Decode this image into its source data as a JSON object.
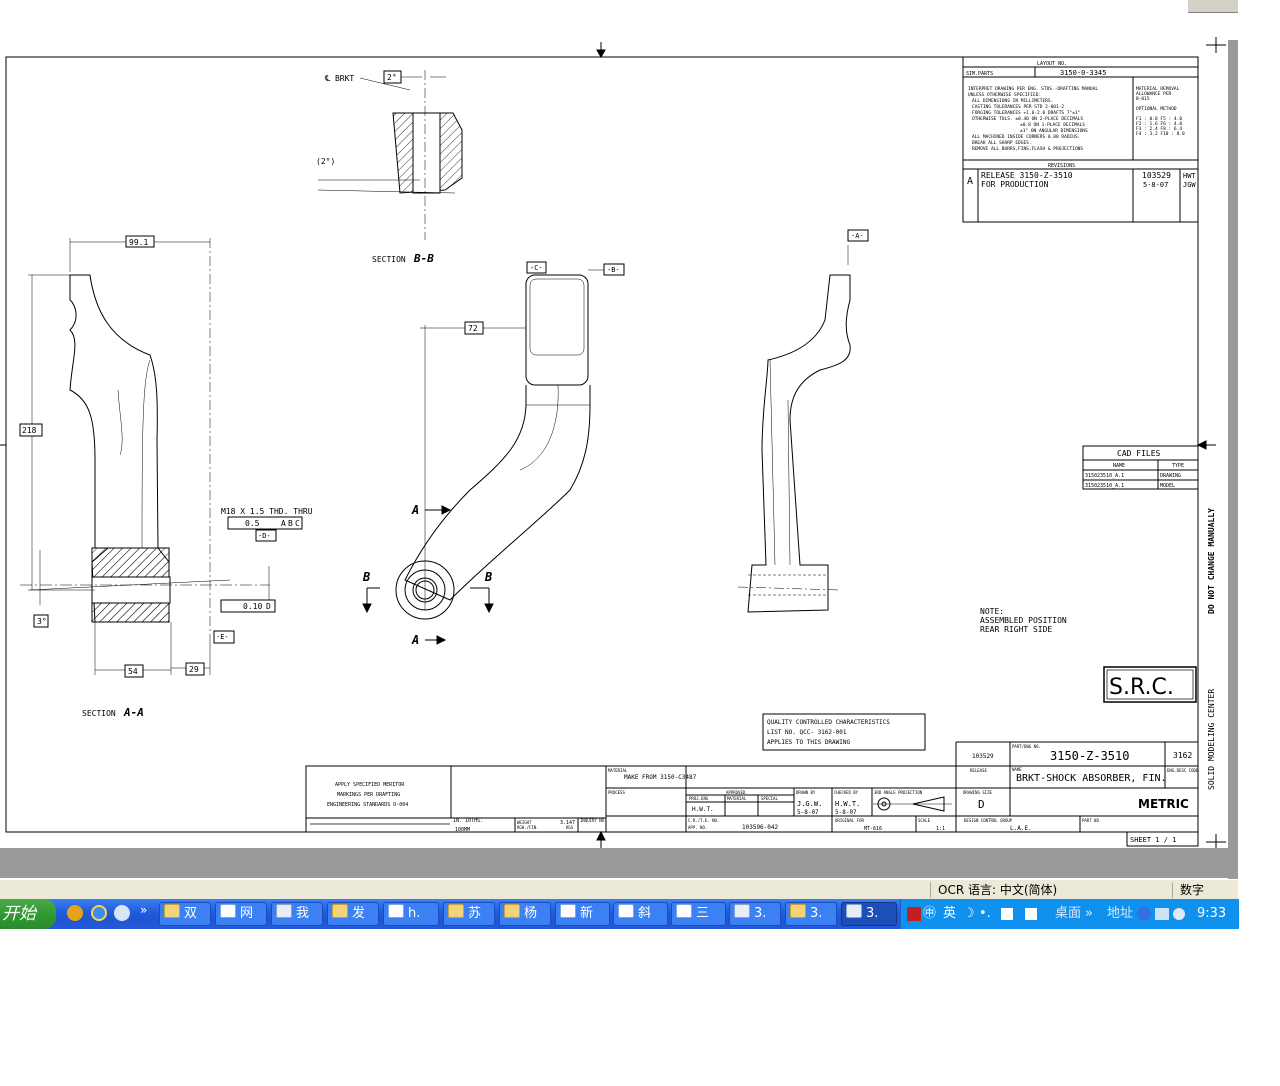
{
  "drawing": {
    "view_labels": {
      "section_aa": "SECTION",
      "section_aa_id": "A-A",
      "section_bb": "SECTION",
      "section_bb_id": "B-B"
    },
    "dims": {
      "d99": "99.1",
      "d218": "218",
      "d72": "72",
      "d54": "54",
      "d29": "29",
      "d3deg": "3°",
      "d2deg": "2°",
      "d2deg_paren": "(2°)",
      "d010": "0.10",
      "datum_d_ref": "D"
    },
    "datums": {
      "a": "-A-",
      "b": "-B-",
      "c": "-C-",
      "d": "-D-",
      "e": "-E-"
    },
    "brkt_label": "℄ BRKT",
    "thread": {
      "line1": "M18 X 1.5 THD. THRU",
      "tol": "0.5",
      "ref_a": "A",
      "ref_b": "B",
      "ref_c": "C"
    },
    "section_letters": {
      "a": "A",
      "b": "B"
    },
    "notes_block": [
      "INTERPRET DRAWING PER ENG. STDS.-DRAFTING MANUAL",
      "UNLESS OTHERWISE SPECIFIED:",
      "ALL DIMENSIONS IN MILLIMETERS.",
      "CASTING TOLERANCES PER STD 2-001-2",
      "FORGING TOLERANCES +1.6-2.0 DRAFTS 7°±1°",
      "OTHERWISE TOLS. ±0.40 ON 2-PLACE DECIMALS",
      "±0.8 ON 1-PLACE DECIMALS",
      "±1° ON ANGULAR DIMENSIONS",
      "ALL MACHINED INSIDE CORNERS 0.80 RADIUS.",
      "BREAK ALL SHARP EDGES.",
      "REMOVE ALL BURRS,FINS,FLASH & PROJECTIONS"
    ],
    "material_removal": [
      "MATERIAL REMOVAL",
      "ALLOWANCE PER",
      "B-015",
      "OPTIONAL METHOD",
      "F1 : 0.8  F5 : 4.0",
      "F2 : 1.6  F6 : 4.8",
      "F3 : 2.4  F8 : 6.4",
      "F4 : 3.2  F10 : 8.0"
    ],
    "layout": {
      "label": "LAYOUT NO.",
      "sim_parts": "SIM.PARTS",
      "value": "3150-0-3345"
    },
    "revisions": {
      "label": "REVISIONS",
      "letter": "A",
      "desc1": "RELEASE 3150-Z-3510",
      "desc2": "FOR PRODUCTION",
      "num": "103529",
      "date": "5-8-07",
      "by1": "HWT",
      "by2": "JGW"
    },
    "cad_files": {
      "title": "CAD FILES",
      "col1": "NAME",
      "col2": "TYPE",
      "rows": [
        [
          "315023510_A.1",
          "DRAWING"
        ],
        [
          "315023510_A.1",
          "MODEL"
        ]
      ]
    },
    "side_note": "DO NOT CHANGE MANUALLY",
    "side_note2": "SOLID MODELING CENTER",
    "note": [
      "NOTE:",
      "ASSEMBLED POSITION",
      "REAR RIGHT SIDE"
    ],
    "logo": "S.R.C.",
    "qcc": [
      "QUALITY CONTROLLED CHARACTERISTICS",
      "LIST NO. QCC- 3162-001",
      "APPLIES TO THIS DRAWING"
    ],
    "title_block": {
      "apply": [
        "APPLY SPECIFIED MERITOR",
        "MARKINGS PER DRAFTING",
        "ENGINEERING STANDARDS D-004"
      ],
      "material_label": "MATERIAL",
      "material": "MAKE FROM 3150-C3487",
      "process_label": "PROCESS",
      "approved_label": "APPROVED",
      "proj_eng": "PROJ.ENG",
      "material_col": "MATERIAL",
      "special": "SPECIAL",
      "hwt": "H.W.T.",
      "drawn_by_label": "DRAWN BY",
      "drawn_by": "J.G.W.",
      "drawn_date": "5-8-07",
      "checked_by_label": "CHECKED BY",
      "checked_by": "H.W.T.",
      "checked_date": "5-8-07",
      "projection_label": "3RD ANGLE PROJECTION",
      "release_no": "103529",
      "part_dwg_label": "PART/DWG NO.",
      "part_dwg": "3150-Z-3510",
      "code": "3162",
      "release_label": "RELEASE",
      "name_label": "NAME",
      "name": "BRKT-SHOCK ABSORBER, FIN.",
      "eng_desc": "ENG.DESC CODE",
      "drawing_size_label": "DRAWING SIZE",
      "drawing_size": "D",
      "metric": "METRIC",
      "weight_label": "WEIGHT",
      "weight": "3.147",
      "rgh_label": "RGH./FIN.",
      "kgs": "KGS",
      "inquiry": "INQUIRY NO.",
      "cre_label": "C.R./T.E. NO.",
      "app_no_label": "APP. NO.",
      "app_no": "103596-042",
      "original_for_label": "ORIGINAL FOR",
      "original_for": "MT-616",
      "scale_label": "SCALE",
      "scale": "1:1",
      "dcg_label": "DESIGN CONTROL GROUP",
      "dcg": "L.A.E.",
      "part_no_label": "PART NO.",
      "sheet": "SHEET   1 / 1",
      "ruler_in": "IN. 10THS.",
      "ruler_mm": "100MM"
    }
  },
  "statusbar": {
    "ocr": "OCR 语言: 中文(简体)",
    "num": "数字"
  },
  "taskbar": {
    "start": "开始",
    "buttons": [
      "双",
      "网",
      "我",
      "发",
      "h.",
      "苏",
      "杨",
      "新",
      "斜",
      "三",
      "3.",
      "3.",
      "3."
    ],
    "tray_ime": "英",
    "desktop": "桌面",
    "address": "地址",
    "clock": "9:33"
  },
  "colors": {
    "taskbar": "#245edb",
    "start": "#319b31",
    "tray": "#0f91ed",
    "status": "#ece9d8"
  }
}
